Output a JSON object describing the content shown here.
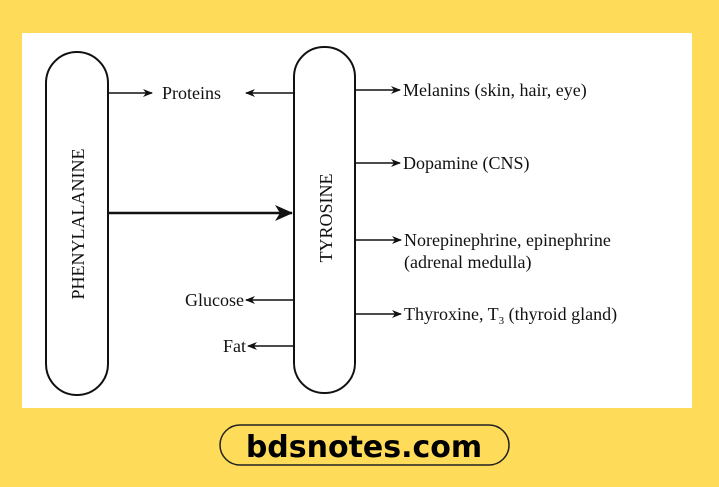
{
  "diagram": {
    "left_node": "PHENYLALANINE",
    "right_node": "TYROSINE",
    "products": {
      "proteins": "Proteins",
      "melanins": "Melanins (skin, hair, eye)",
      "dopamine": "Dopamine (CNS)",
      "norepinephrine_line1": "Norepinephrine, epinephrine",
      "norepinephrine_line2": "(adrenal medulla)",
      "thyroxine_a": "Thyroxine, T",
      "thyroxine_sub": "3",
      "thyroxine_b": " (thyroid gland)",
      "glucose": "Glucose",
      "fat": "Fat"
    }
  },
  "footer": {
    "site": "bdsnotes.com"
  },
  "colors": {
    "background": "#FEDC5A",
    "panel": "#FFFFFF",
    "ink": "#111111"
  }
}
